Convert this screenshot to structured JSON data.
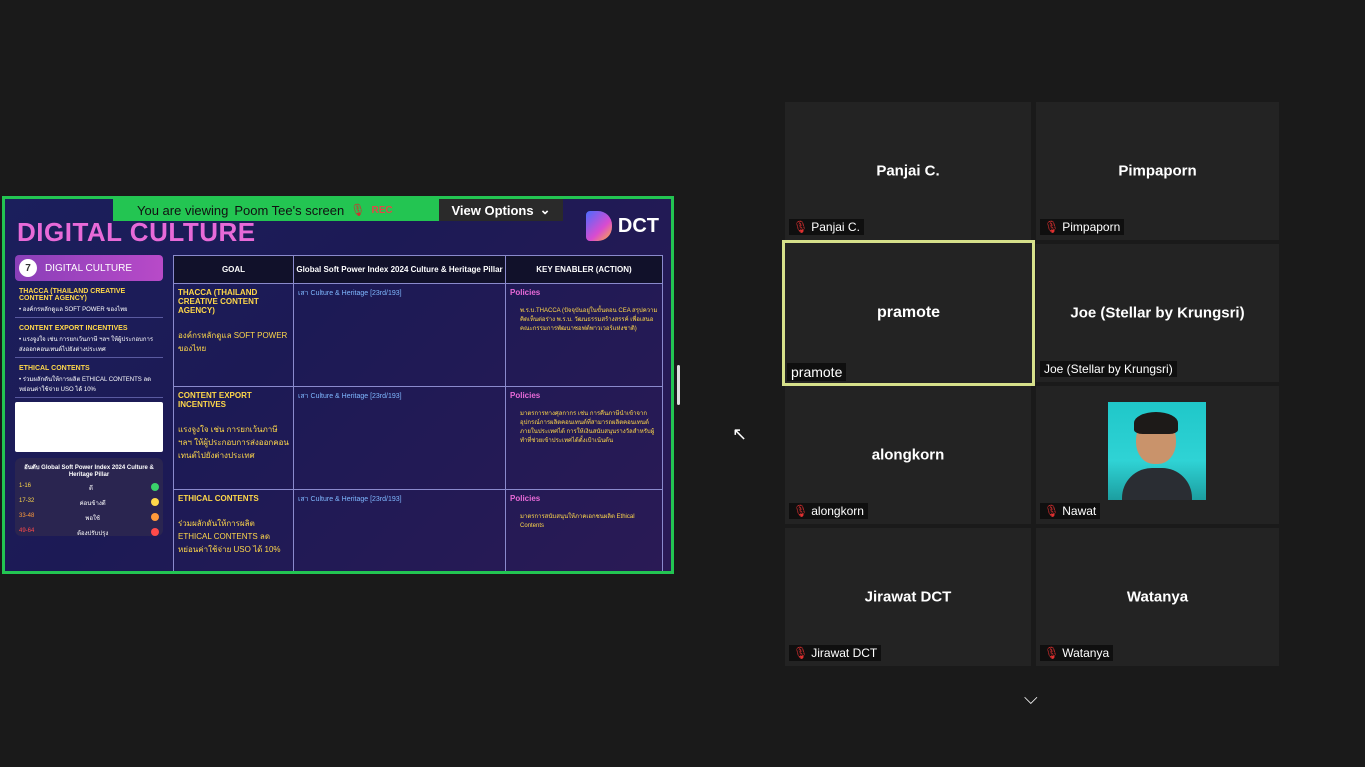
{
  "share": {
    "viewing_prefix": "You are viewing",
    "viewing_name": "Poom Tee's screen",
    "rec": "REC",
    "view_options": "View Options",
    "slide": {
      "title": "DIGITAL CULTURE",
      "logo": "DCT",
      "tab_number": "7",
      "tab_label": "DIGITAL CULTURE",
      "left_items": [
        {
          "h": "THACCA (THAILAND CREATIVE CONTENT AGENCY)",
          "d": "• องค์กรหลักดูแล SOFT POWER ของไทย"
        },
        {
          "h": "CONTENT EXPORT INCENTIVES",
          "d": "• แรงจูงใจ เช่น การยกเว้นภาษี ฯลฯ ให้ผู้ประกอบการส่งออกคอนเทนต์ไปยังต่างประเทศ"
        },
        {
          "h": "ETHICAL CONTENTS",
          "d": "• ร่วมผลักดันให้การผลิต ETHICAL CONTENTS ลดหย่อนค่าใช้จ่าย USO ได้ 10%"
        }
      ],
      "legend_title": "อันดับ Global Soft Power Index 2024 Culture & Heritage Pillar",
      "legend_rows": [
        {
          "range": "1-16",
          "label": "ดี"
        },
        {
          "range": "17-32",
          "label": "ค่อนข้างดี"
        },
        {
          "range": "33-48",
          "label": "พอใช้"
        },
        {
          "range": "49-64",
          "label": "ต้องปรับปรุง"
        }
      ],
      "table": {
        "headers": [
          "GOAL",
          "Global Soft Power Index 2024 Culture & Heritage Pillar",
          "KEY ENABLER (ACTION)"
        ],
        "rows": [
          {
            "goal_h": "THACCA (THAILAND CREATIVE CONTENT AGENCY)",
            "goal_d": "องค์กรหลักดูแล SOFT POWER ของไทย",
            "mid": "เสา Culture & Heritage [23rd/193]",
            "pol": "Policies",
            "pol_d": "พ.ร.บ.THACCA (ปัจจุบันอยู่ในขั้นตอน CEA สรุปความคิดเห็นต่อร่าง พ.ร.บ. วัฒนธรรมสร้างสรรค์ เพื่อเสนอคณะกรรมการพัฒนาซอฟต์พาวเวอร์แห่งชาติ)"
          },
          {
            "goal_h": "CONTENT EXPORT INCENTIVES",
            "goal_d": "แรงจูงใจ เช่น การยกเว้นภาษี ฯลฯ ให้ผู้ประกอบการส่งออกคอนเทนต์ไปยังต่างประเทศ",
            "mid": "เสา Culture & Heritage [23rd/193]",
            "pol": "Policies",
            "pol_d": "มาตรการทางศุลกากร เช่น การคืนภาษีนำเข้าจากอุปกรณ์การผลิตคอนเทนต์ที่สามารถผลิตคอนเทนต์ภายในประเทศได้ การให้เงินสนับสนุนรางวัลสำหรับผู้ทำที่ช่วยเข้าประเทศได้ตั้งเป้าเน้นต้น"
          },
          {
            "goal_h": "ETHICAL CONTENTS",
            "goal_d": "ร่วมผลักดันให้การผลิต ETHICAL CONTENTS ลดหย่อนค่าใช้จ่าย USO ได้ 10%",
            "mid": "เสา Culture & Heritage [23rd/193]",
            "pol": "Policies",
            "pol_d": "มาตรการสนับสนุนให้ภาคเอกชนผลิต Ethical Contents"
          }
        ]
      }
    }
  },
  "participants": [
    {
      "display": "Panjai C.",
      "label": "Panjai C.",
      "muted": true
    },
    {
      "display": "Pimpaporn",
      "label": "Pimpaporn",
      "muted": true
    },
    {
      "display": "pramote",
      "label": "pramote",
      "muted": false
    },
    {
      "display": "Joe (Stellar by Krungsri)",
      "label": "Joe (Stellar by Krungsri)",
      "muted": false
    },
    {
      "display": "alongkorn",
      "label": "alongkorn",
      "muted": true
    },
    {
      "display": "",
      "label": "Nawat",
      "muted": true
    },
    {
      "display": "Jirawat DCT",
      "label": "Jirawat DCT",
      "muted": true
    },
    {
      "display": "Watanya",
      "label": "Watanya",
      "muted": true
    }
  ],
  "colors": {
    "share_border": "#23c552",
    "active_speaker": "#d6e08a",
    "muted": "#e03030"
  },
  "icons": [
    "microphone-muted-icon",
    "chevron-down-icon",
    "cursor-icon"
  ]
}
